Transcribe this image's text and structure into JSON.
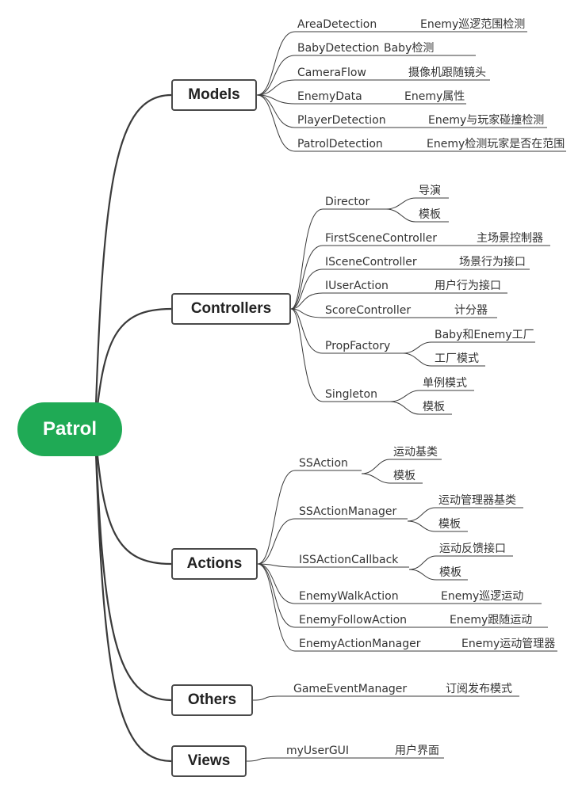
{
  "root": "Patrol",
  "branches": [
    {
      "key": "models",
      "label": "Models",
      "items": [
        {
          "name": "AreaDetection",
          "desc": "Enemy巡逻范围检测"
        },
        {
          "name": "BabyDetection",
          "desc": "Baby检测"
        },
        {
          "name": "CameraFlow",
          "desc": "摄像机跟随镜头"
        },
        {
          "name": "EnemyData",
          "desc": "Enemy属性"
        },
        {
          "name": "PlayerDetection",
          "desc": "Enemy与玩家碰撞检测"
        },
        {
          "name": "PatrolDetection",
          "desc": "Enemy检测玩家是否在范围"
        }
      ]
    },
    {
      "key": "controllers",
      "label": "Controllers",
      "items": [
        {
          "name": "Director",
          "children": [
            "导演",
            "模板"
          ]
        },
        {
          "name": "FirstSceneController",
          "desc": "主场景控制器"
        },
        {
          "name": "ISceneController",
          "desc": "场景行为接口"
        },
        {
          "name": "IUserAction",
          "desc": "用户行为接口"
        },
        {
          "name": "ScoreController",
          "desc": "计分器"
        },
        {
          "name": "PropFactory",
          "children": [
            "Baby和Enemy工厂",
            "工厂模式"
          ]
        },
        {
          "name": "Singleton",
          "children": [
            "单例模式",
            "模板"
          ]
        }
      ]
    },
    {
      "key": "actions",
      "label": "Actions",
      "items": [
        {
          "name": "SSAction",
          "children": [
            "运动基类",
            "模板"
          ]
        },
        {
          "name": "SSActionManager",
          "children": [
            "运动管理器基类",
            "模板"
          ]
        },
        {
          "name": "ISSActionCallback",
          "children": [
            "运动反馈接口",
            "模板"
          ]
        },
        {
          "name": "EnemyWalkAction",
          "desc": "Enemy巡逻运动"
        },
        {
          "name": "EnemyFollowAction",
          "desc": "Enemy跟随运动"
        },
        {
          "name": "EnemyActionManager",
          "desc": "Enemy运动管理器"
        }
      ]
    },
    {
      "key": "others",
      "label": "Others",
      "items": [
        {
          "name": "GameEventManager",
          "desc": "订阅发布模式"
        }
      ]
    },
    {
      "key": "views",
      "label": "Views",
      "items": [
        {
          "name": "myUserGUI",
          "desc": "用户界面"
        }
      ]
    }
  ],
  "colors": {
    "root_fill": "#1faa55",
    "line": "#3a3a3a",
    "box_border": "#4a4a4a"
  }
}
